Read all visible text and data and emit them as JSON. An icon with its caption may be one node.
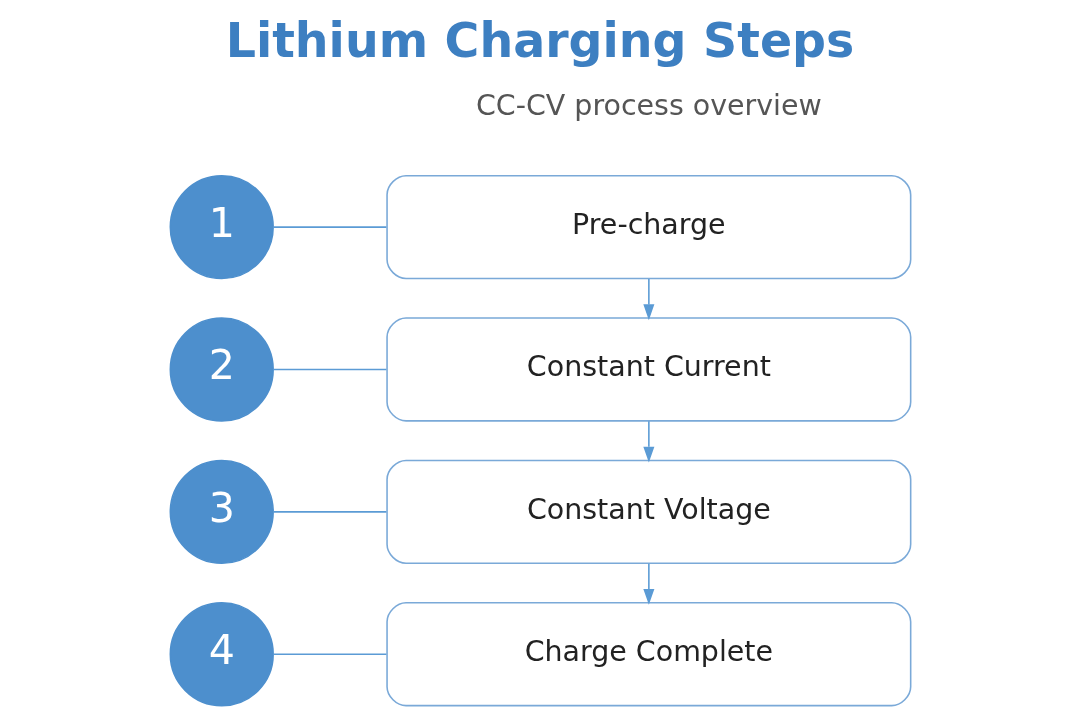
{
  "diagram": {
    "title": "Lithium Charging Steps",
    "nodes": [
      {
        "text": [
          "1"
        ]
      },
      {
        "text": [
          "Pre-charge"
        ]
      },
      {
        "text": [
          "2"
        ]
      },
      {
        "text": [
          "Constant Current"
        ]
      },
      {
        "text": [
          "3"
        ]
      },
      {
        "text": [
          "Constant Voltage"
        ]
      },
      {
        "text": [
          "4"
        ]
      },
      {
        "text": [
          "Charge Complete"
        ]
      }
    ],
    "edges": [
      {
        "from": 0,
        "to": 1,
        "arrow": "none"
      },
      {
        "from": 1,
        "to": 3,
        "arrow": "to"
      },
      {
        "from": 2,
        "to": 3,
        "arrow": "none"
      },
      {
        "from": 3,
        "to": 5,
        "arrow": "to"
      },
      {
        "from": 4,
        "to": 5,
        "arrow": "none"
      },
      {
        "from": 5,
        "to": 7,
        "arrow": "to"
      },
      {
        "from": 6,
        "to": 7,
        "arrow": "none"
      }
    ],
    "labels": [
      "CC-CV process overview"
    ]
  }
}
